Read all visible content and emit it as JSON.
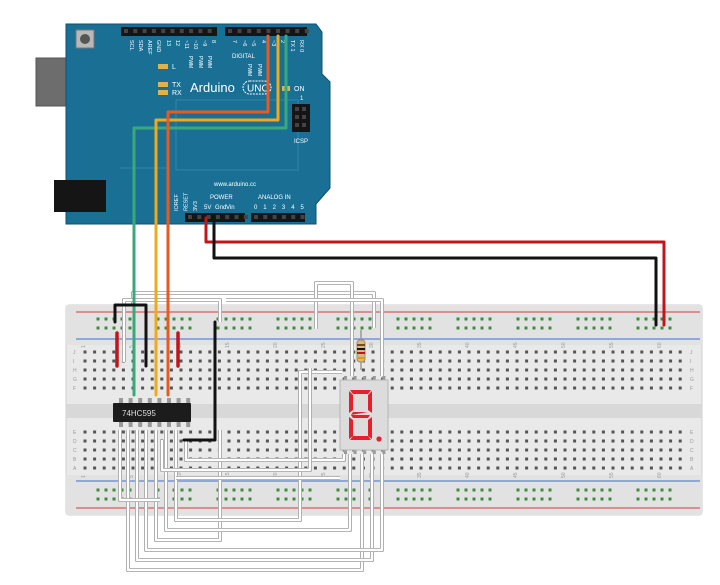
{
  "arduino": {
    "brand": "Arduino",
    "logo_text": "UNO",
    "url": "www.arduino.cc",
    "on_label": "ON",
    "icsp_label": "ICSP",
    "led_l": "L",
    "led_tx": "TX",
    "led_rx": "RX",
    "pin_one": "1",
    "header_top": [
      "SCL",
      "SDA",
      "AREF",
      "GND",
      "13",
      "12",
      "~11",
      "~10",
      "~9",
      "8",
      "7",
      "~6",
      "~5",
      "4",
      "~3",
      "2",
      "TX 1",
      "RX 0"
    ],
    "digital_label": "DIGITAL",
    "pwm_label": "PWM",
    "power_label": "POWER",
    "analog_label": "ANALOG IN",
    "power_pins": [
      "IOREF",
      "RESET",
      "3V3",
      "5V",
      "Gnd",
      "Vin"
    ],
    "analog_pins": [
      "0",
      "1",
      "2",
      "3",
      "4",
      "5"
    ]
  },
  "chip": {
    "label": "74HC595"
  },
  "breadboard": {
    "column_numbers": [
      "1",
      "5",
      "10",
      "15",
      "20",
      "25",
      "30",
      "35",
      "40",
      "45",
      "50",
      "55",
      "60"
    ],
    "row_letters_top": [
      "J",
      "I",
      "H",
      "G",
      "F"
    ],
    "row_letters_bottom": [
      "E",
      "D",
      "C",
      "B",
      "A"
    ]
  },
  "colors": {
    "board": "#1a6f95",
    "breadboard": "#e9e9e9",
    "wire_green": "#3aa87a",
    "wire_yellow": "#f0a91b",
    "wire_orange": "#ea5a1e",
    "wire_red": "#c2141b",
    "wire_black": "#111111",
    "segment": "#e5202d"
  }
}
